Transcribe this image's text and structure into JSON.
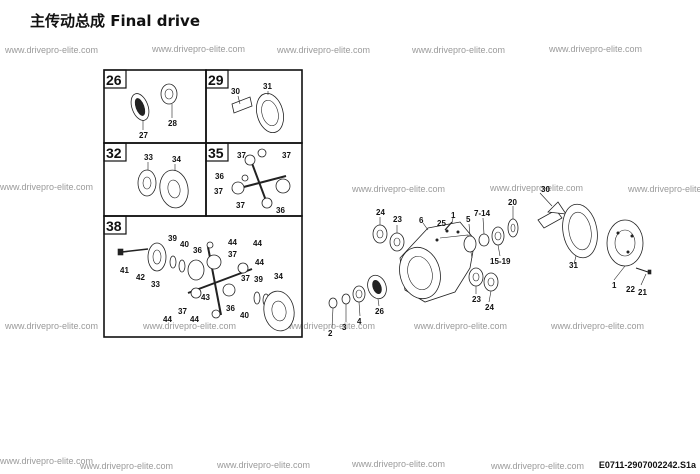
{
  "title": "主传动总成  Final drive",
  "drawing_code": "E0711-2907002242.S1a",
  "watermark": "www.drivepro-elite.com",
  "boxes": {
    "b26": {
      "number": "26",
      "labels": [
        "27",
        "28"
      ]
    },
    "b29": {
      "number": "29",
      "labels": [
        "30",
        "31"
      ]
    },
    "b32": {
      "number": "32",
      "labels": [
        "33",
        "34"
      ]
    },
    "b35": {
      "number": "35",
      "labels": [
        "37",
        "37",
        "36",
        "37",
        "37",
        "36"
      ]
    },
    "b38": {
      "number": "38",
      "labels": [
        "39",
        "40",
        "36",
        "44",
        "37",
        "44",
        "41",
        "42",
        "33",
        "43",
        "37",
        "44",
        "36",
        "40",
        "39",
        "34",
        "44",
        "37",
        "44"
      ]
    }
  },
  "main_labels": [
    "24",
    "23",
    "6",
    "1",
    "25",
    "5",
    "7-14",
    "20",
    "30",
    "2",
    "3",
    "4",
    "26",
    "15-19",
    "23",
    "24",
    "31",
    "1",
    "22",
    "21"
  ]
}
